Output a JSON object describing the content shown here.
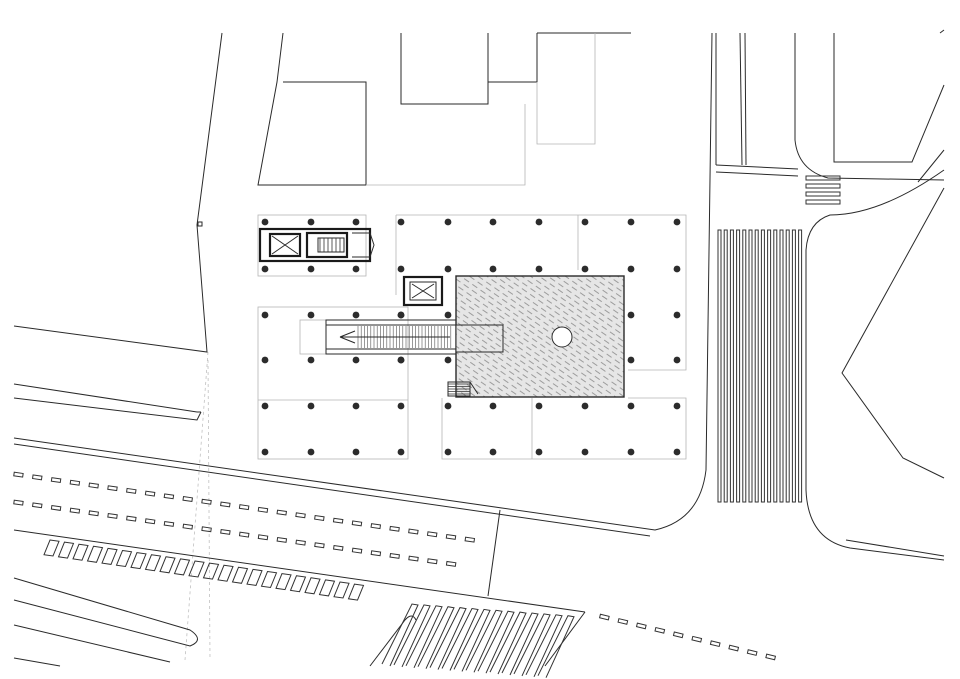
{
  "colors": {
    "background": "#ffffff",
    "line": "#2a2a2a",
    "faint_line": "#b5b5b5",
    "column": "#2c2c2c",
    "hatch_fill": "#e6e6e6"
  },
  "plan": {
    "column_grid_north": {
      "rows": 3,
      "cols": 7
    },
    "column_grid_south": {
      "rows": 3,
      "cols": 9
    }
  },
  "icons": [
    "elevator-icon",
    "stair-icon",
    "escalator-icon",
    "circular-opening-icon"
  ]
}
